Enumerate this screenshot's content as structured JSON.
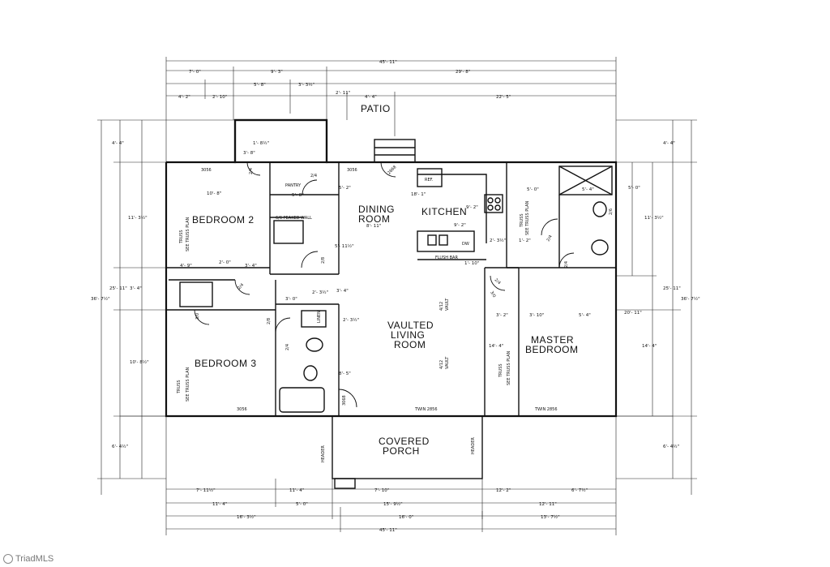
{
  "rooms": {
    "patio": "PATIO",
    "bedroom2": "BEDROOM 2",
    "dining_line1": "DINING",
    "dining_line2": "ROOM",
    "kitchen": "KITCHEN",
    "pantry": "PANTRY",
    "vaulted_line1": "VAULTED",
    "vaulted_line2": "LIVING",
    "vaulted_line3": "ROOM",
    "bedroom3": "BEDROOM 3",
    "master_line1": "MASTER",
    "master_line2": "BEDROOM",
    "porch_line1": "COVERED",
    "porch_line2": "PORCH"
  },
  "labels": {
    "ref": "REF.",
    "dw": "DW",
    "flush_bar": "FLUSH BAR",
    "linen": "LINEN",
    "truss_a": "TRUSS",
    "truss_b": "SEE TRUSS PLAN",
    "vault_a": "4/12",
    "vault_b": "VAULT",
    "header": "HEADER",
    "window_3056": "3056",
    "twin_2856": "TWIN 2856",
    "door_2_4": "2/4",
    "door_2_6": "2/6",
    "door_2_8": "2/8",
    "door_3_0": "3/0",
    "door_2868": "2868",
    "door_3068": "3068",
    "kneewall": "6/6 PEAKED WALL"
  },
  "dims": {
    "top_overall": "45'- 11\"",
    "top_a": "7'- 0\"",
    "top_b": "9'- 3\"",
    "top_c": "29'- 8\"",
    "top_d": "4'- 2\"",
    "top_e": "2'- 10\"",
    "top_f": "5'- 8\"",
    "top_g": "3'- 3½\"",
    "top_h": "2'- 11\"",
    "top_i": "4'- 4\"",
    "top_j": "22'- 5\"",
    "left_a": "4'- 4\"",
    "left_b": "11'- 3½\"",
    "left_c": "3'- 4\"",
    "left_d": "10'- 8½\"",
    "left_e": "6'- 4½\"",
    "left_f": "25'- 11\"",
    "left_g": "36'- 7½\"",
    "right_a": "4'- 4\"",
    "right_b": "5'- 0\"",
    "right_c": "11'- 3½\"",
    "right_d": "20'- 11\"",
    "right_e": "14'- 4\"",
    "right_f": "6'- 4½\"",
    "right_g": "25'- 11\"",
    "right_h": "36'- 7½\"",
    "bot_a": "7'- 11½\"",
    "bot_b": "11'- 4\"",
    "bot_c": "7'- 10\"",
    "bot_d": "12'- 2\"",
    "bot_e": "6'- 7½\"",
    "bot_f": "11'- 4\"",
    "bot_g": "5'- 0\"",
    "bot_h": "15'- 9½\"",
    "bot_i": "12'- 11\"",
    "bot_j": "16'- 3½\"",
    "bot_k": "16'- 0\"",
    "bot_l": "13'- 7½\"",
    "bot_overall": "45'- 11\"",
    "in_1_8": "1'- 8½\"",
    "in_3_8": "3'- 8\"",
    "in_10_8": "10'- 8\"",
    "in_5_8": "5'- 8\"",
    "in_5_2": "5'- 2\"",
    "in_18_1": "18'- 1\"",
    "in_9_2a": "9'- 2\"",
    "in_9_2b": "9'- 2\"",
    "in_8_11": "8'- 11\"",
    "in_5_11": "5'- 11½\"",
    "in_2_3": "2'- 3½\"",
    "in_1_2": "1'- 2\"",
    "in_1_10": "1'- 10\"",
    "in_5_0": "5'- 0\"",
    "in_5_4a": "5'- 4\"",
    "in_4_9": "4'- 9\"",
    "in_2_0": "2'- 0\"",
    "in_3_4a": "3'- 4\"",
    "in_3_4b": "3'- 4\"",
    "in_3_0": "3'- 0\"",
    "in_2_3b": "2'- 3½\"",
    "in_2_3c": "2'- 3½\"",
    "in_8_5": "8'- 5\"",
    "in_14_4": "14'- 4\"",
    "in_3_2": "3'- 2\"",
    "in_3_10": "3'- 10\"",
    "in_5_4b": "5'- 4\""
  },
  "watermark": {
    "text": "TriadMLS"
  }
}
